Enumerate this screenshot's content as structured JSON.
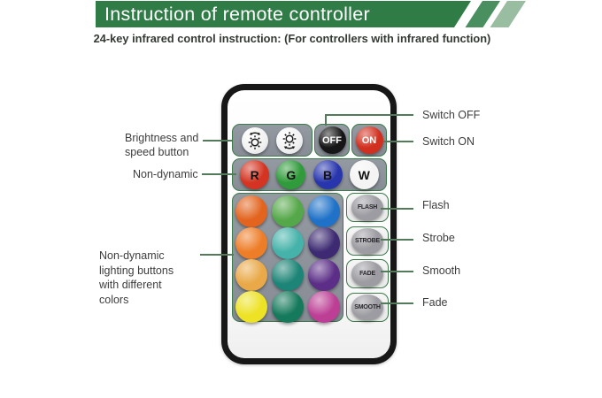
{
  "header": {
    "title": "Instruction of remote controller",
    "subtitle": "24-key infrared control instruction: (For controllers with infrared function)",
    "banner_color": "#2f7c46",
    "stripe_colors": [
      "#4a8f60",
      "#99bda0"
    ]
  },
  "callouts": {
    "brightness": "Brightness and speed button",
    "non_dynamic": "Non-dynamic",
    "color_buttons": "Non-dynamic lighting buttons with different colors",
    "switch_off": "Switch OFF",
    "switch_on": "Switch ON",
    "flash": "Flash",
    "strobe": "Strobe",
    "smooth": "Smooth",
    "fade": "Fade"
  },
  "remote": {
    "off_label": "OFF",
    "on_label": "ON",
    "off_color": "#161616",
    "on_color": "#d2301f",
    "mode_button_color": "#9c9ca2",
    "brightness_icons": [
      "sun-speed-up-icon",
      "sun-speed-down-icon"
    ],
    "rgbw": [
      {
        "label": "R",
        "color": "#d43421"
      },
      {
        "label": "G",
        "color": "#2f9b3a"
      },
      {
        "label": "B",
        "color": "#2836ae"
      },
      {
        "label": "W",
        "color": "#f4f4f4"
      }
    ],
    "color_grid": [
      [
        "#e2641e",
        "#55a849",
        "#1f72c8"
      ],
      [
        "#ee7d28",
        "#45b3aa",
        "#3d2a72"
      ],
      [
        "#e9a948",
        "#1d8577",
        "#5c2e87"
      ],
      [
        "#ede224",
        "#157a5b",
        "#bc3f95"
      ]
    ],
    "mode_buttons": [
      "FLASH",
      "STROBE",
      "FADE",
      "SMOOTH"
    ]
  }
}
